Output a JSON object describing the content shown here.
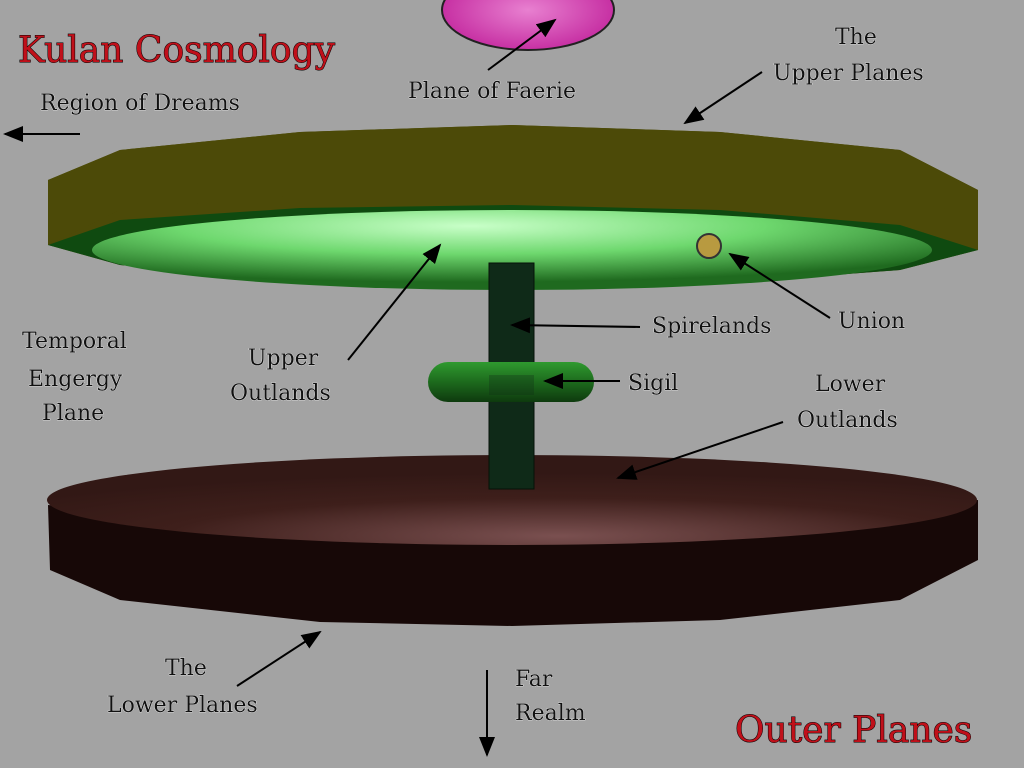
{
  "title": "Kulan Cosmology",
  "subtitle": "Outer Planes",
  "labels": {
    "region_of_dreams": "Region of Dreams",
    "plane_of_faerie": "Plane of Faerie",
    "upper_planes_1": "The",
    "upper_planes_2": "Upper Planes",
    "upper_outlands_1": "Upper",
    "upper_outlands_2": "Outlands",
    "spirelands": "Spirelands",
    "union": "Union",
    "temporal_1": "Temporal",
    "temporal_2": "Engergy",
    "temporal_3": "Plane",
    "sigil": "Sigil",
    "lower_outlands_1": "Lower",
    "lower_outlands_2": "Outlands",
    "lower_planes_1": "The",
    "lower_planes_2": "Lower Planes",
    "far_realm_1": "Far",
    "far_realm_2": "Realm"
  },
  "colors": {
    "title": "#c0101a",
    "upper_disc": "#4c4a08",
    "upper_glow": "#a8f0a8",
    "lower_disc": "#3a1c18",
    "background": "#a3a3a3"
  }
}
